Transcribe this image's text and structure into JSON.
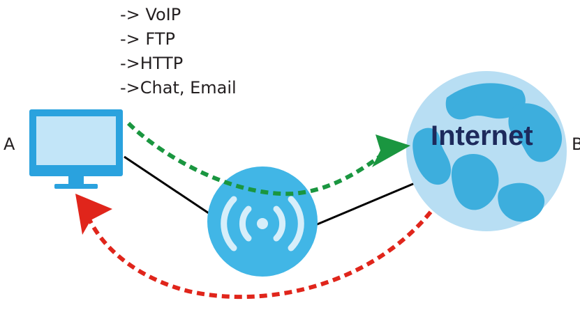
{
  "traffic_types": [
    "-> VoIP",
    "-> FTP",
    "->HTTP",
    "->Chat, Email"
  ],
  "endpoint_a_label": "A",
  "endpoint_b_label": "B",
  "internet_label": "Internet",
  "colors": {
    "outbound_arrow": "#1a9640",
    "inbound_arrow": "#e0251b",
    "link_line": "#000000",
    "globe_ocean": "#b8def3",
    "globe_land": "#3daedd",
    "router_fill": "#41b6e6",
    "router_waves": "#d6eefa",
    "monitor_screen": "#c2e5f8",
    "monitor_frame": "#2aa2de",
    "internet_text": "#1d2a5c"
  },
  "icons": [
    "computer-icon",
    "wireless-router-icon",
    "globe-icon"
  ]
}
